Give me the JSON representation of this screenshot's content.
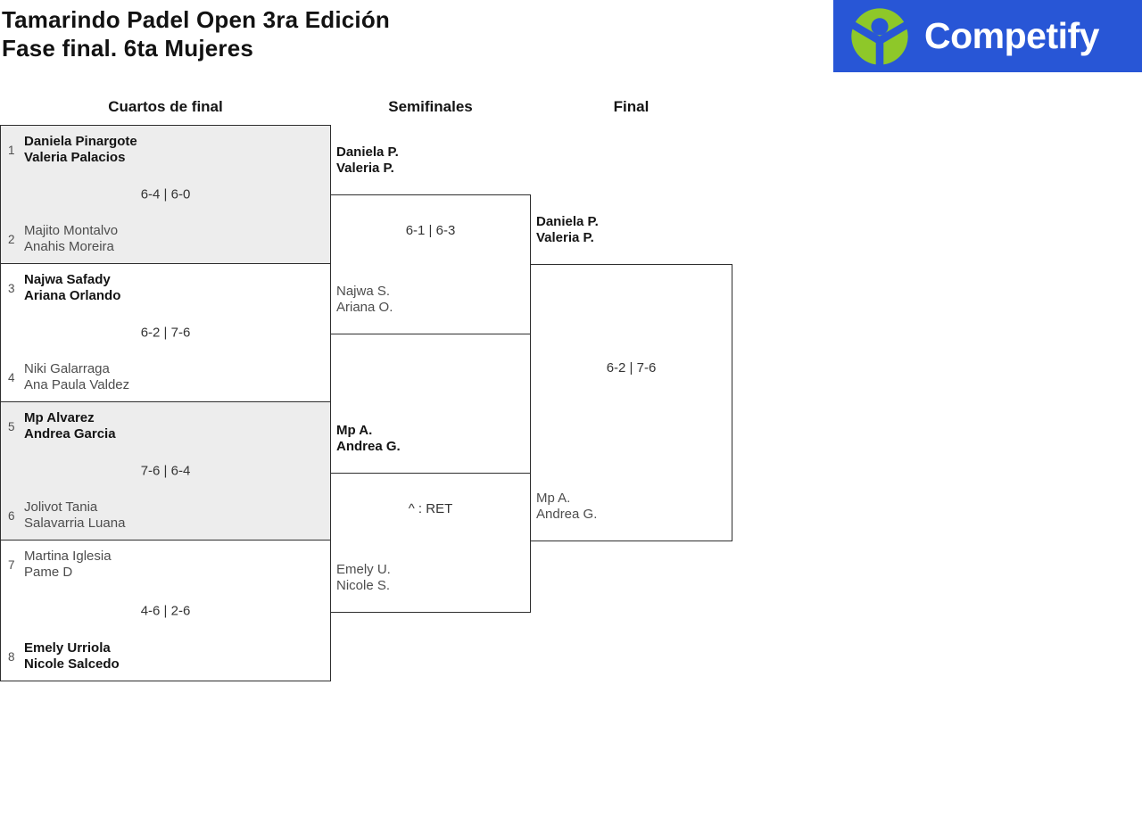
{
  "header": {
    "title_line1": "Tamarindo Padel Open 3ra Edición",
    "title_line2": "Fase final. 6ta Mujeres"
  },
  "logo": {
    "brand": "Competify",
    "bg_blue": "#2856d6",
    "icon_green": "#8ec829",
    "text_color": "#ffffff"
  },
  "colors": {
    "box_shaded": "#ededed",
    "box_border": "#2e2e2e",
    "winner_text": "#141414",
    "loser_text": "#4d4d4d",
    "score_text": "#333333"
  },
  "rounds": [
    {
      "label": "Cuartos de final"
    },
    {
      "label": "Semifinales"
    },
    {
      "label": "Final"
    }
  ],
  "quarterfinals": [
    {
      "seed_top": "1",
      "top_team": [
        "Daniela Pinargote",
        "Valeria Palacios"
      ],
      "score": "6-4 | 6-0",
      "seed_bottom": "2",
      "bottom_team": [
        "Majito Montalvo",
        "Anahis Moreira"
      ],
      "winner": "top"
    },
    {
      "seed_top": "3",
      "top_team": [
        "Najwa Safady",
        "Ariana Orlando"
      ],
      "score": "6-2 | 7-6",
      "seed_bottom": "4",
      "bottom_team": [
        "Niki Galarraga",
        "Ana Paula Valdez"
      ],
      "winner": "top"
    },
    {
      "seed_top": "5",
      "top_team": [
        "Mp Alvarez",
        "Andrea Garcia"
      ],
      "score": "7-6 | 6-4",
      "seed_bottom": "6",
      "bottom_team": [
        "Jolivot Tania",
        "Salavarria Luana"
      ],
      "winner": "top"
    },
    {
      "seed_top": "7",
      "top_team": [
        "Martina Iglesia",
        "Pame D"
      ],
      "score": "4-6 | 2-6",
      "seed_bottom": "8",
      "bottom_team": [
        "Emely Urriola",
        "Nicole Salcedo"
      ],
      "winner": "bottom"
    }
  ],
  "semifinals": [
    {
      "top_team": [
        "Daniela P.",
        "Valeria P."
      ],
      "score": "6-1 | 6-3",
      "bottom_team": [
        "Najwa S.",
        "Ariana O."
      ],
      "winner": "top"
    },
    {
      "top_team": [
        "Mp A.",
        "Andrea G."
      ],
      "score": "^ : RET",
      "bottom_team": [
        "Emely U.",
        "Nicole S."
      ],
      "winner": "top"
    }
  ],
  "final": {
    "top_team": [
      "Daniela P.",
      "Valeria P."
    ],
    "score": "6-2 | 7-6",
    "bottom_team": [
      "Mp A.",
      "Andrea G."
    ],
    "winner": "top"
  }
}
